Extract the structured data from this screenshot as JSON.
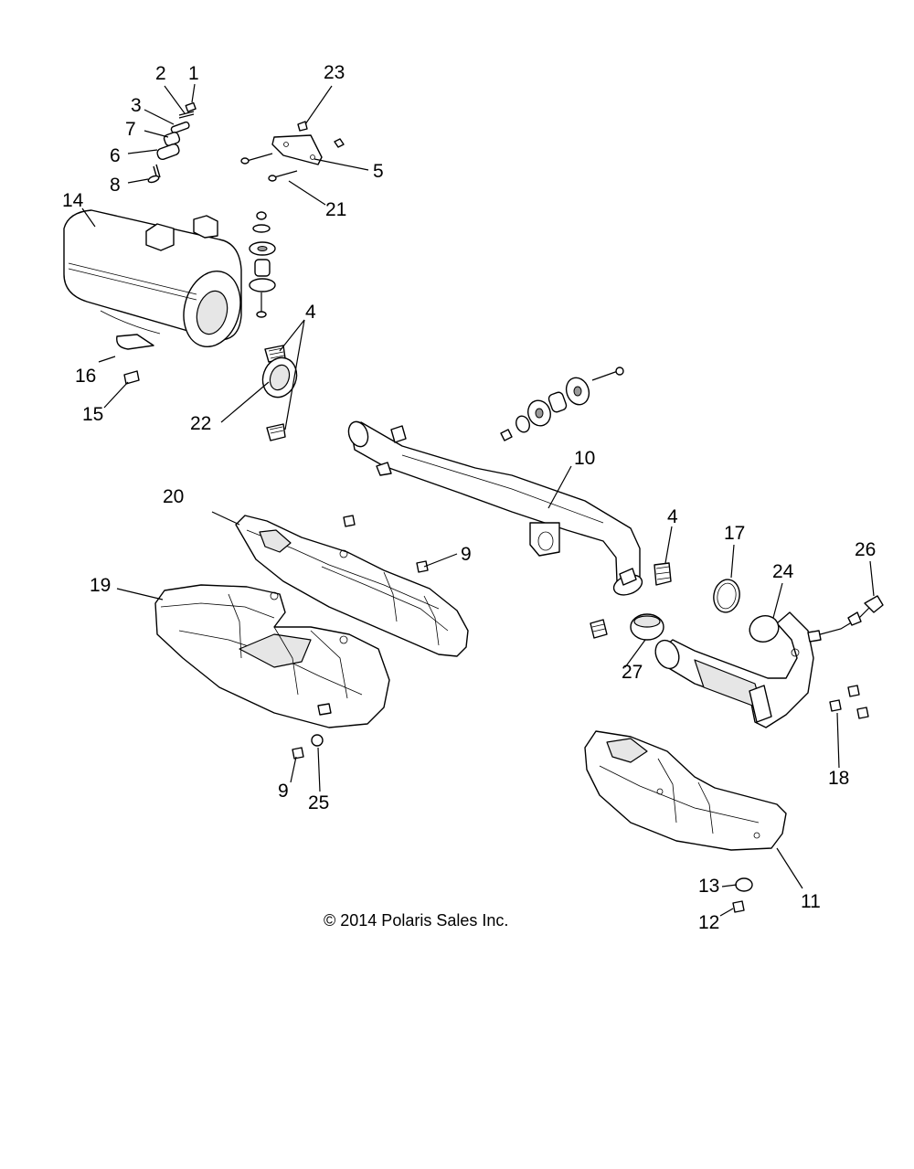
{
  "callouts": {
    "c1": "1",
    "c2": "2",
    "c3": "3",
    "c4a": "4",
    "c4b": "4",
    "c5": "5",
    "c6": "6",
    "c7": "7",
    "c8": "8",
    "c9a": "9",
    "c9b": "9",
    "c10": "10",
    "c11": "11",
    "c12": "12",
    "c13": "13",
    "c14": "14",
    "c15": "15",
    "c16": "16",
    "c17": "17",
    "c18": "18",
    "c19": "19",
    "c20": "20",
    "c21": "21",
    "c22": "22",
    "c23": "23",
    "c24": "24",
    "c25": "25",
    "c26": "26",
    "c27": "27"
  },
  "copyright": "© 2014 Polaris Sales Inc."
}
